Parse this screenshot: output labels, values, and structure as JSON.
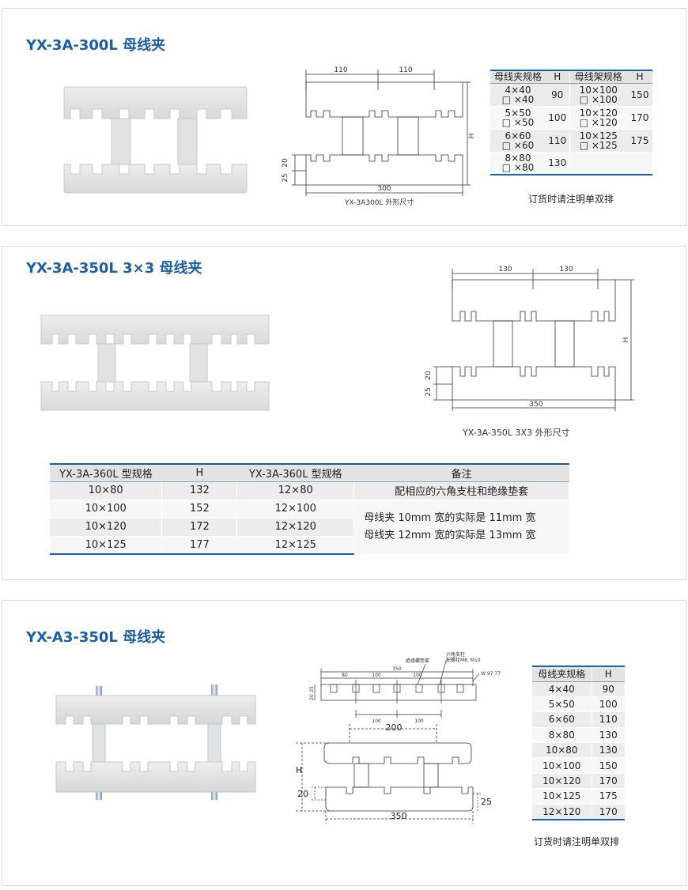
{
  "section1": {
    "title": "YX-3A-300L  母线夹",
    "drawing_caption": "YX-3A300L  外形尺寸",
    "dims": {
      "top_left": "110",
      "top_right": "110",
      "h": "H",
      "d20": "20",
      "d25": "25",
      "width": "300"
    },
    "table": {
      "headers": [
        "母线夹规格",
        "H",
        "母线架规格",
        "H"
      ],
      "rows": [
        {
          "a1": "4×40",
          "a2": "□ ×40",
          "h1": "90",
          "b1": "10×100",
          "b2": "□ ×100",
          "h2": "150"
        },
        {
          "a1": "5×50",
          "a2": "□ ×50",
          "h1": "100",
          "b1": "10×120",
          "b2": "□ ×120",
          "h2": "170"
        },
        {
          "a1": "6×60",
          "a2": "□ ×60",
          "h1": "110",
          "b1": "10×125",
          "b2": "□ ×125",
          "h2": "175"
        },
        {
          "a1": "8×80",
          "a2": "□ ×80",
          "h1": "130",
          "b1": "",
          "b2": "",
          "h2": ""
        }
      ]
    },
    "order_note": "订货时请注明单双排"
  },
  "section2": {
    "title": "YX-3A-350L  3×3  母线夹",
    "drawing_caption": "YX-3A-350L 3X3  外形尺寸",
    "dims": {
      "top_left": "130",
      "top_right": "130",
      "h": "H",
      "d20": "20",
      "d25": "25",
      "width": "350"
    },
    "table": {
      "headers": [
        "YX-3A-360L 型规格",
        "H",
        "YX-3A-360L 型规格",
        "备注"
      ],
      "rows": [
        {
          "a": "10×80",
          "h": "132",
          "b": "12×80"
        },
        {
          "a": "10×100",
          "h": "152",
          "b": "12×100"
        },
        {
          "a": "10×120",
          "h": "172",
          "b": "12×120"
        },
        {
          "a": "10×125",
          "h": "177",
          "b": "12×125"
        }
      ],
      "note_row1": "配相应的六角支柱和绝缘垫套",
      "note_line1": "母线夹 10mm 宽的实际是 11mm 宽",
      "note_line2": "母线夹 12mm 宽的实际是 13mm 宽"
    }
  },
  "section3": {
    "title": "YX-A3-350L  母线夹",
    "dims_top": {
      "a": "350",
      "b": "80",
      "c": "100",
      "d": "100",
      "e": "100",
      "f": "100",
      "l1": "绝缘螺垫套",
      "l2": "六角支柱",
      "l3": "配螺栓M8, M10",
      "w": "W  97  77",
      "h1": "25",
      "h2": "20"
    },
    "dims_bottom": {
      "top": "200",
      "h": "H",
      "d20": "20",
      "d25": "25",
      "width": "350"
    },
    "table": {
      "headers": [
        "母线夹规格",
        "H"
      ],
      "rows": [
        {
          "a": "4×40",
          "h": "90"
        },
        {
          "a": "5×50",
          "h": "100"
        },
        {
          "a": "6×60",
          "h": "110"
        },
        {
          "a": "8×80",
          "h": "130"
        },
        {
          "a": "10×80",
          "h": "130"
        },
        {
          "a": "10×100",
          "h": "150"
        },
        {
          "a": "10×120",
          "h": "170"
        },
        {
          "a": "10×125",
          "h": "175"
        },
        {
          "a": "12×120",
          "h": "170"
        }
      ]
    },
    "order_note": "订货时请注明单双排"
  }
}
